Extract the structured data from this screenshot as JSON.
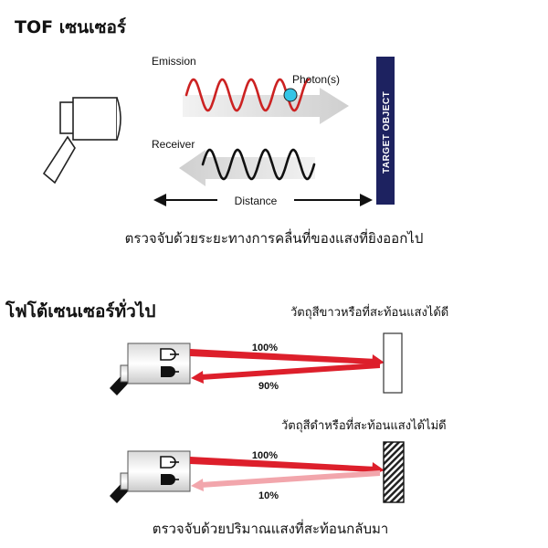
{
  "tof": {
    "title": "TOF เซนเซอร์",
    "emission_label": "Emission",
    "photon_label": "Photon(s)",
    "receiver_label": "Receiver",
    "distance_label": "Distance",
    "target_label": "TARGET OBJECT",
    "caption": "ตรวจจับด้วยระยะทางการคลื่นที่ของแสงที่ยิงออกไป",
    "colors": {
      "emission_wave": "#cc2222",
      "receiver_wave": "#111111",
      "photon": "#33c5e6",
      "target": "#1d2260"
    }
  },
  "photo": {
    "title": "โฟโต้เซนเซอร์ทั่วไป",
    "white_object_label": "วัตถุสีขาวหรือที่สะท้อนแสงได้ดี",
    "white_emit_pct": "100%",
    "white_return_pct": "90%",
    "black_object_label": "วัตถุสีดำหรือที่สะท้อนแสงได้ไม่ดี",
    "black_emit_pct": "100%",
    "black_return_pct": "10%",
    "caption": "ตรวจจับด้วยปริมาณแสงที่สะท้อนกลับมา",
    "colors": {
      "beam_strong": "#dd1f2b",
      "beam_weak": "#f2a6ac"
    }
  }
}
